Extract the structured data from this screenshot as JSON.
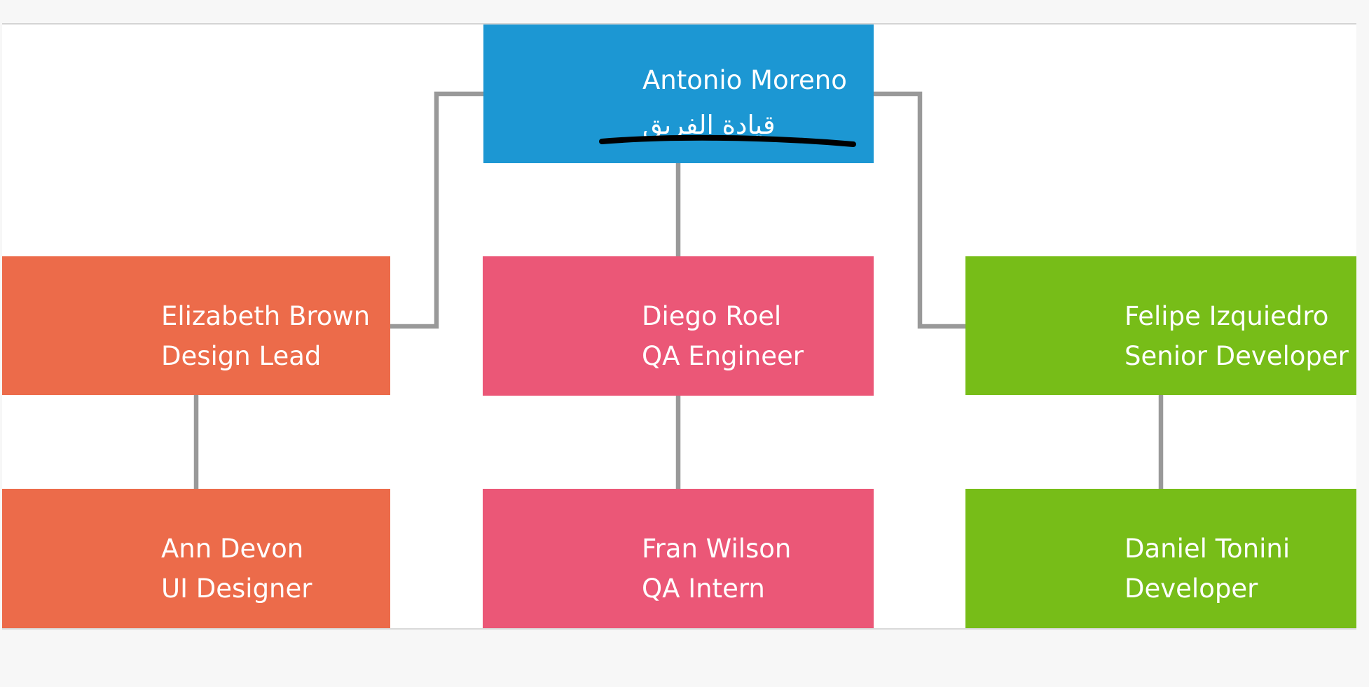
{
  "org": {
    "type": "org-chart",
    "background": "#F7F7F7",
    "axes_background": "#FFFFFF",
    "connector_color": "#999999",
    "annotation": {
      "kind": "hand-drawn-underline",
      "under_text": "قيادة الفريق",
      "color": "#000000"
    },
    "nodes": [
      {
        "id": "antonio",
        "name": "Antonio Moreno",
        "role": "قيادة الفريق",
        "color": "#1C97D3",
        "level": 1
      },
      {
        "id": "elizabeth",
        "name": "Elizabeth Brown",
        "role": "Design Lead",
        "color": "#EC6B4A",
        "level": 2
      },
      {
        "id": "diego",
        "name": "Diego Roel",
        "role": "QA Engineer",
        "color": "#EB5777",
        "level": 2
      },
      {
        "id": "felipe",
        "name": "Felipe Izquiedro",
        "role": "Senior Developer",
        "color": "#77BD18",
        "level": 2
      },
      {
        "id": "ann",
        "name": "Ann Devon",
        "role": "UI Designer",
        "color": "#EC6B4A",
        "level": 3
      },
      {
        "id": "fran",
        "name": "Fran Wilson",
        "role": "QA Intern",
        "color": "#EB5777",
        "level": 3
      },
      {
        "id": "daniel",
        "name": "Daniel Tonini",
        "role": "Developer",
        "color": "#77BD18",
        "level": 3
      }
    ],
    "edges": [
      {
        "from": "Antonio Moreno",
        "to": "Elizabeth Brown"
      },
      {
        "from": "Antonio Moreno",
        "to": "Diego Roel"
      },
      {
        "from": "Antonio Moreno",
        "to": "Felipe Izquiedro"
      },
      {
        "from": "Elizabeth Brown",
        "to": "Ann Devon"
      },
      {
        "from": "Diego Roel",
        "to": "Fran Wilson"
      },
      {
        "from": "Felipe Izquiedro",
        "to": "Daniel Tonini"
      }
    ]
  }
}
